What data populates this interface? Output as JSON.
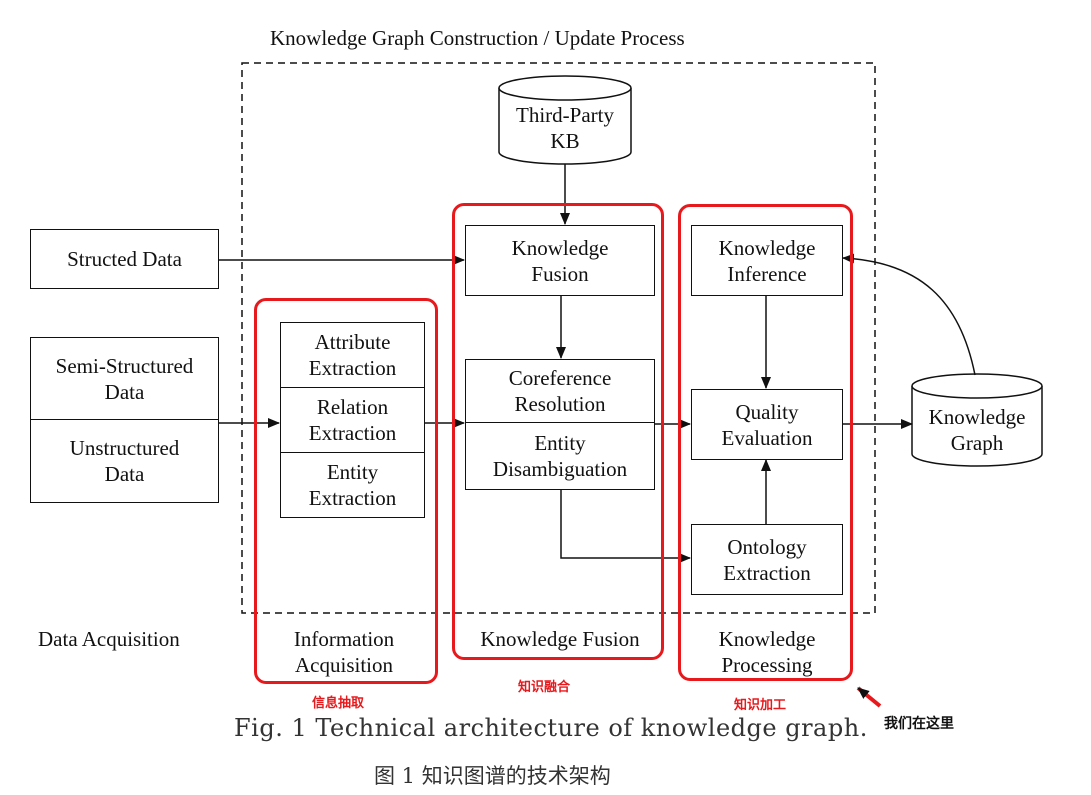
{
  "title": "Knowledge Graph Construction / Update Process",
  "sources": {
    "structured": "Structed Data",
    "semi_structured": "Semi-Structured\nData",
    "unstructured": "Unstructured\nData"
  },
  "third_party": "Third-Party\nKB",
  "knowledge_graph": "Knowledge\nGraph",
  "information_acquisition": {
    "items": [
      "Attribute\nExtraction",
      "Relation\nExtraction",
      "Entity\nExtraction"
    ],
    "label": "Information\nAcquisition"
  },
  "knowledge_fusion": {
    "fusion_box": "Knowledge\nFusion",
    "coreference": "Coreference\nResolution",
    "disambiguation": "Entity\nDisambiguation",
    "label": "Knowledge Fusion"
  },
  "knowledge_processing": {
    "inference": "Knowledge\nInference",
    "quality": "Quality\nEvaluation",
    "ontology": "Ontology\nExtraction",
    "label": "Knowledge\nProcessing"
  },
  "data_acquisition_label": "Data Acquisition",
  "annotations": {
    "info_cn": "信息抽取",
    "fusion_cn": "知识融合",
    "processing_cn": "知识加工",
    "here_note": "我们在这里"
  },
  "caption": {
    "en": "Fig. 1   Technical architecture of knowledge graph.",
    "zh": "图 1   知识图谱的技术架构"
  },
  "colors": {
    "highlight": "#e8191c",
    "line": "#111111"
  }
}
